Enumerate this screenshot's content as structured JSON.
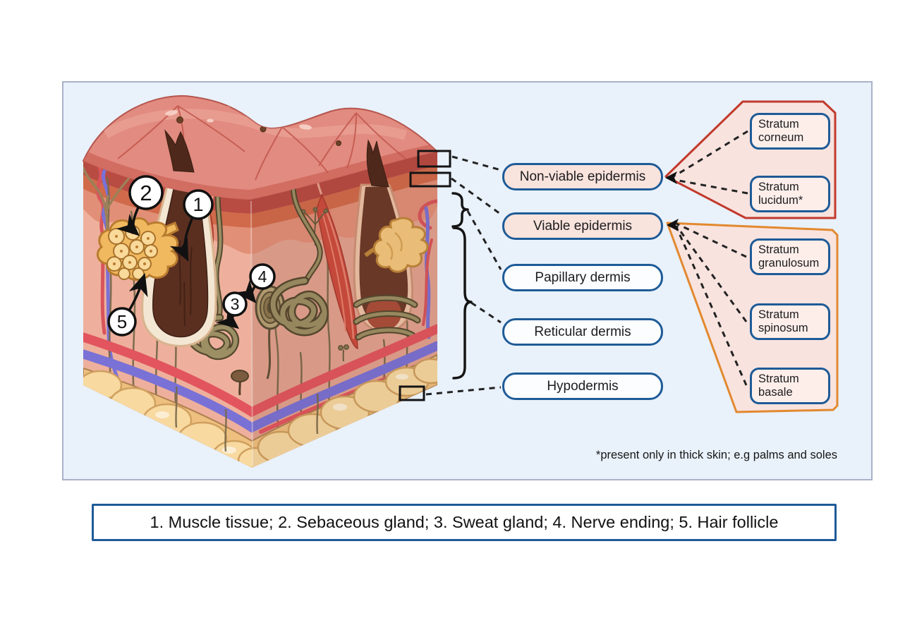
{
  "panel": {
    "bg": "#e9f1fb",
    "border": "#a9b2c9"
  },
  "layer_labels": {
    "items": [
      {
        "label": "Non-viable epidermis"
      },
      {
        "label": "Viable epidermis"
      },
      {
        "label": "Papillary dermis"
      },
      {
        "label": "Reticular dermis"
      },
      {
        "label": "Hypodermis"
      }
    ]
  },
  "stratum_groups": [
    {
      "name": "non-viable-strata",
      "outline": "#c23a2c",
      "items": [
        {
          "label": "Stratum corneum"
        },
        {
          "label": "Stratum lucidum*"
        }
      ]
    },
    {
      "name": "viable-strata",
      "outline": "#e2892f",
      "items": [
        {
          "label": "Stratum granulosum"
        },
        {
          "label": "Stratum spinosum"
        },
        {
          "label": "Stratum basale"
        }
      ]
    }
  ],
  "callouts": {
    "numbers": [
      "1",
      "2",
      "3",
      "4",
      "5"
    ]
  },
  "footnote": "*present only in thick skin; e.g palms and soles",
  "legend": "1. Muscle tissue; 2. Sebaceous gland; 3. Sweat gland; 4. Nerve ending; 5. Hair follicle",
  "colors": {
    "accent_blue": "#1e5b97",
    "pink_fill": "#f9e3dd",
    "funnel_fill": "#f8e3df",
    "red_outline": "#c23a2c",
    "orange_outline": "#e2892f"
  }
}
